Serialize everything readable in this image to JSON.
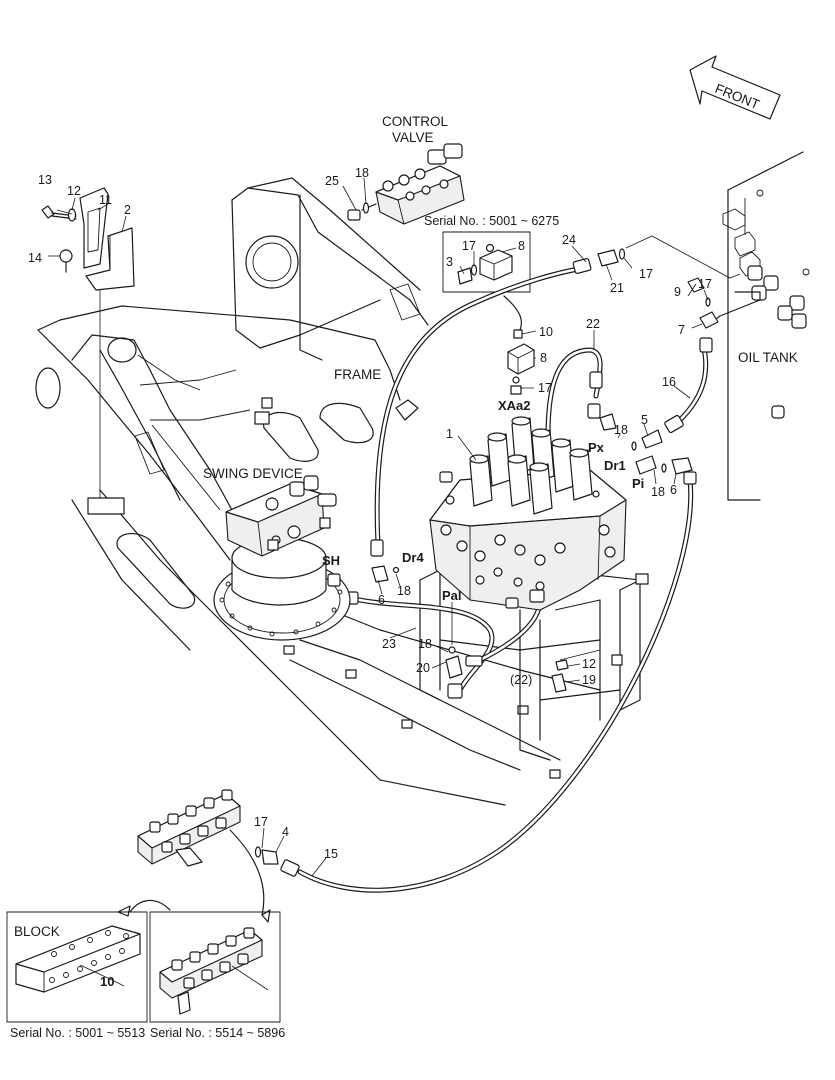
{
  "labels": {
    "control_valve_1": "CONTROL",
    "control_valve_2": "VALVE",
    "front": "FRONT",
    "frame": "FRAME",
    "swing_device": "SWING DEVICE",
    "oil_tank": "OIL TANK",
    "block": "BLOCK",
    "serial_inset_top": "Serial No. : 5001 ~ 6275",
    "serial_block": "Serial No. : 5001 ~ 5513",
    "serial_manifold": "Serial No. : 5514 ~ 5896"
  },
  "ports": {
    "xaa2": "XAa2",
    "px": "Px",
    "dr1": "Dr1",
    "pi": "Pi",
    "dr4": "Dr4",
    "sh": "SH",
    "pal": "Pal"
  },
  "parts": {
    "p13": "13",
    "p12a": "12",
    "p11": "11",
    "p2": "2",
    "p14": "14",
    "p25": "25",
    "p18a": "18",
    "p17a": "17",
    "p8a": "8",
    "p3": "3",
    "p24": "24",
    "p17b": "17",
    "p21": "21",
    "p9": "9",
    "p17c": "17",
    "p7": "7",
    "p10a": "10",
    "p8b": "8",
    "p17d": "17",
    "p22": "22",
    "p16": "16",
    "p18b": "18",
    "p5": "5",
    "p18c": "18",
    "p6a": "6",
    "p1": "1",
    "p6b": "6",
    "p18d": "18",
    "p23": "23",
    "p18e": "18",
    "p20": "20",
    "p22b": "(22)",
    "p12b": "12",
    "p19": "19",
    "p17e": "17",
    "p4": "4",
    "p15": "15",
    "p10b": "10"
  }
}
